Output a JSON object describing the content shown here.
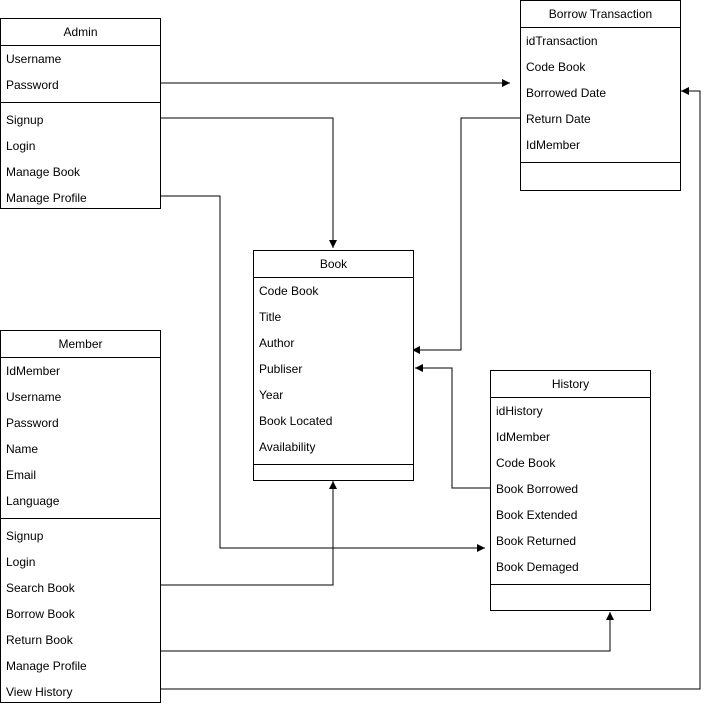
{
  "classes": {
    "admin": {
      "name": "Admin",
      "attributes": [
        "Username",
        "Password"
      ],
      "methods": [
        "Signup",
        "Login",
        "Manage Book",
        "Manage Profile"
      ]
    },
    "borrow": {
      "name": "Borrow Transaction",
      "attributes": [
        "idTransaction",
        "Code Book",
        "Borrowed Date",
        "Return Date",
        "IdMember"
      ],
      "methods": []
    },
    "book": {
      "name": "Book",
      "attributes": [
        "Code Book",
        "Title",
        "Author",
        "Publiser",
        "Year",
        "Book Located",
        "Availability"
      ],
      "methods": []
    },
    "member": {
      "name": "Member",
      "attributes": [
        "IdMember",
        "Username",
        "Password",
        "Name",
        "Email",
        "Language"
      ],
      "methods": [
        "Signup",
        "Login",
        "Search Book",
        "Borrow Book",
        "Return Book",
        "Manage Profile",
        "View History"
      ]
    },
    "history": {
      "name": "History",
      "attributes": [
        "idHistory",
        "IdMember",
        "Code Book",
        "Book Borrowed",
        "Book Extended",
        "Book Returned",
        "Book Demaged"
      ],
      "methods": []
    }
  }
}
